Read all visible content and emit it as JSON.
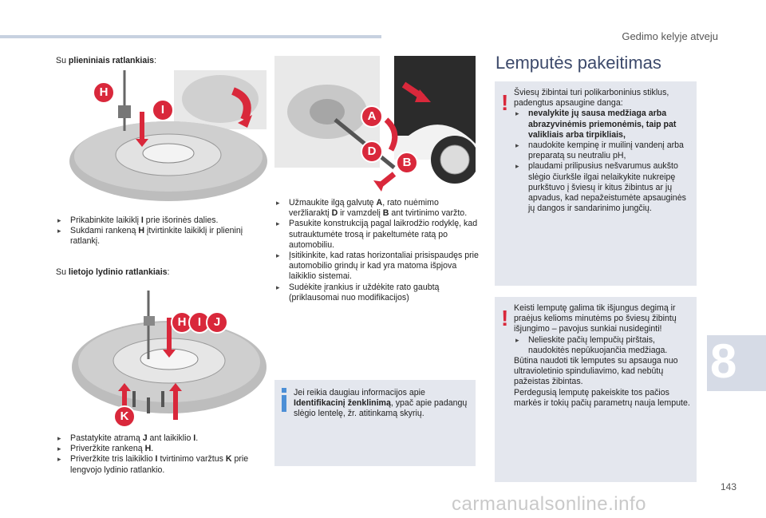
{
  "header": {
    "title": "Gedimo kelyje atveju"
  },
  "chapter": {
    "number": "8"
  },
  "page": {
    "number": "143"
  },
  "watermark": "carmanualsonline.info",
  "left": {
    "steel_intro_prefix": "Su ",
    "steel_intro_bold": "plieniniais ratlankiais",
    "steel_intro_suffix": ":",
    "steel_bullets": [
      {
        "a": "Prikabinkite laikiklį ",
        "b": "I",
        "c": " prie išorinės dalies."
      },
      {
        "a": "Sukdami rankeną ",
        "b": "H",
        "c": " įtvirtinkite laikiklį ir plieninį ratlankį."
      }
    ],
    "alloy_intro_prefix": "Su ",
    "alloy_intro_bold": "lietojo lydinio ratlankiais",
    "alloy_intro_suffix": ":",
    "alloy_bullets": [
      {
        "a": "Pastatykite atramą ",
        "b": "J",
        "c": " ant laikiklio ",
        "d": "I",
        "e": "."
      },
      {
        "a": "Priveržkite rankeną ",
        "b": "H",
        "c": ".",
        "d": "",
        "e": ""
      },
      {
        "a": "Priveržkite tris laikiklio ",
        "b": "I",
        "c": " tvirtinimo varžtus ",
        "d": "K",
        "e": " prie lengvojo lydinio ratlankio."
      }
    ],
    "badges_top": [
      "H",
      "I"
    ],
    "badges_alloy": [
      "H",
      "I",
      "J",
      "K"
    ]
  },
  "middle": {
    "badges": [
      "A",
      "D",
      "B"
    ],
    "bullets": [
      {
        "a": "Užmaukite ilgą galvutę ",
        "b": "A",
        "c": ", rato nuėmimo veržliaraktį ",
        "d": "D",
        "e": " ir vamzdelį ",
        "f": "B",
        "g": " ant tvirtinimo varžto."
      },
      {
        "a": "Pasukite konstrukciją pagal laikrodžio rodyklę, kad sutrauktumėte trosą ir pakeltumėte ratą po automobiliu.",
        "b": "",
        "c": "",
        "d": "",
        "e": "",
        "f": "",
        "g": ""
      },
      {
        "a": "Įsitikinkite, kad ratas horizontaliai prisispaudęs prie automobilio grindų ir kad yra matoma išpjova laikiklio sistemai.",
        "b": "",
        "c": "",
        "d": "",
        "e": "",
        "f": "",
        "g": ""
      },
      {
        "a": "Sudėkite įrankius ir uždėkite rato gaubtą (priklausomai nuo modifikacijos)",
        "b": "",
        "c": "",
        "d": "",
        "e": "",
        "f": "",
        "g": ""
      }
    ],
    "info": {
      "a": "Jei reikia daugiau informacijos apie ",
      "b": "Identifikacinį ženklinimą",
      "c": ", ypač apie padangų slėgio lentelę, žr. atitinkamą skyrių."
    }
  },
  "right": {
    "section_title": "Lemputės pakeitimas",
    "warning1": {
      "intro": "Šviesų žibintai turi polikarboninius stiklus, padengtus apsaugine danga:",
      "bullets": [
        {
          "text": "nevalykite jų sausa medžiaga arba abrazyvinėmis priemonėmis, taip pat valikliais arba tirpikliais,",
          "bold": true
        },
        {
          "text": "naudokite kempinę ir muilinį vandenį arba preparatą su neutraliu pH,",
          "bold": false
        },
        {
          "text": "plaudami prilipusius nešvarumus aukšto slėgio čiurkšle ilgai nelaikykite nukreipę purkštuvo į šviesų ir kitus žibintus ar jų apvadus, kad nepažeistumėte apsauginės jų dangos ir sandarinimo jungčių.",
          "bold": false
        }
      ]
    },
    "warning2": {
      "intro": "Keisti lemputę galima tik išjungus degimą ir praėjus kelioms minutėms po šviesų žibintų išjungimo – pavojus sunkiai nusideginti!",
      "bullets": [
        {
          "text": "Nelieskite pačių lempučių pirštais, naudokitės nepūkuojančia medžiaga."
        }
      ],
      "p2": "Būtina naudoti tik lemputes su apsauga nuo ultravioletinio spinduliavimo, kad nebūtų pažeistas žibintas.",
      "p3": "Perdegusią lemputę pakeiskite tos pačios markės ir tokių pačių parametrų nauja lempute."
    }
  },
  "colors": {
    "accent_red": "#d9283b",
    "box_bg": "#e4e7ee",
    "title_blue": "#3d4a6b"
  }
}
